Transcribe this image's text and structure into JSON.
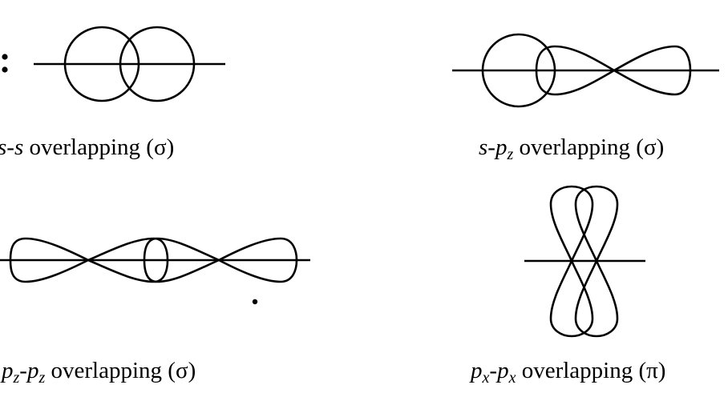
{
  "page_title": "",
  "diagrams": [
    {
      "id": "s-s",
      "caption": {
        "a": "s",
        "sep": "-",
        "b": "s",
        "rest": " overlapping (σ)"
      }
    },
    {
      "id": "s-pz",
      "caption": {
        "a": "s",
        "sep": "-",
        "b": "p",
        "b_sub": "z",
        "rest": " overlapping (σ)"
      }
    },
    {
      "id": "pz-pz",
      "caption": {
        "a": "p",
        "a_sub": "z",
        "sep": "-",
        "b": "p",
        "b_sub": "z",
        "rest": " overlapping (σ)"
      }
    },
    {
      "id": "px-px",
      "caption": {
        "a": "p",
        "a_sub": "x",
        "sep": "-",
        "b": "p",
        "b_sub": "x",
        "rest": " overlapping (π)"
      }
    }
  ],
  "stray_marks": ":"
}
